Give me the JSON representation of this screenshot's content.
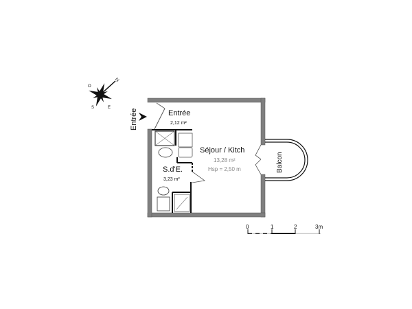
{
  "rooms": {
    "entree": {
      "name": "Entrée",
      "area": "2,12 m²"
    },
    "sejour": {
      "name": "Séjour / Kitch",
      "area": "13,28 m²",
      "height": "Hsp = 2,50 m"
    },
    "sde": {
      "name": "S.d'E.",
      "area": "3,23 m²"
    },
    "balcon": {
      "name": "Balcon"
    }
  },
  "entrance_label": "Entrée",
  "compass": {
    "north": "N",
    "icon": "compass-rose-icon"
  },
  "scale": {
    "ticks": [
      "0",
      "1",
      "2",
      "3m"
    ]
  },
  "colors": {
    "wall": "#808080",
    "line": "#111111"
  }
}
